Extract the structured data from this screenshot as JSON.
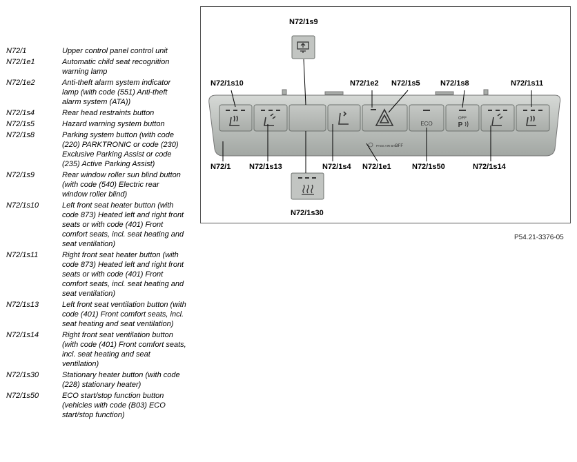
{
  "legend": [
    {
      "code": "N72/1",
      "desc": "Upper control panel control unit"
    },
    {
      "code": "N72/1e1",
      "desc": "Automatic child seat recognition warning lamp"
    },
    {
      "code": "N72/1e2",
      "desc": "Anti-theft alarm system indicator lamp (with code (551) Anti-theft alarm system (ATA))"
    },
    {
      "code": "N72/1s4",
      "desc": "Rear head restraints button"
    },
    {
      "code": "N72/1s5",
      "desc": "Hazard warning system button"
    },
    {
      "code": "N72/1s8",
      "desc": "Parking system button (with code (220) PARKTRONIC or code (230) Exclusive Parking Assist or code (235) Active Parking Assist)"
    },
    {
      "code": "N72/1s9",
      "desc": "Rear window roller sun blind button (with code (540) Electric rear window roller blind)"
    },
    {
      "code": "N72/1s10",
      "desc": "Left front seat heater button (with code 873) Heated left and right front seats or with code (401) Front comfort seats, incl. seat heating and seat ventilation)"
    },
    {
      "code": "N72/1s11",
      "desc": "Right front seat heater button (with code 873) Heated left and right front seats or with code (401) Front comfort seats, incl. seat heating and seat ventilation)"
    },
    {
      "code": "N72/1s13",
      "desc": "Left front seat ventilation button (with code (401) Front comfort seats, incl. seat heating and seat ventilation)"
    },
    {
      "code": "N72/1s14",
      "desc": "Right front seat ventilation button (with code (401) Front comfort seats, incl. seat heating and seat ventilation)"
    },
    {
      "code": "N72/1s30",
      "desc": "Stationary heater button (with code (228) stationary heater)"
    },
    {
      "code": "N72/1s50",
      "desc": "ECO start/stop function button (vehicles with code (B03) ECO start/stop function)"
    }
  ],
  "callouts": {
    "s9": "N72/1s9",
    "s10": "N72/1s10",
    "e2": "N72/1e2",
    "s5": "N72/1s5",
    "s8": "N72/1s8",
    "s11": "N72/1s11",
    "unit": "N72/1",
    "s13": "N72/1s13",
    "s4": "N72/1s4",
    "e1": "N72/1e1",
    "s50": "N72/1s50",
    "s14": "N72/1s14",
    "s30": "N72/1s30"
  },
  "panel_text": {
    "eco": "ECO",
    "off": "OFF",
    "park": "P",
    "pass_airbag": "PASS AIR BAG",
    "pass_off": "OFF"
  },
  "figure_id": "P54.21-3376-05",
  "colors": {
    "panel_top": "#c9ccc9",
    "panel_bottom": "#9ea39f",
    "button": "#b8bcb8",
    "button_border": "#6c716d",
    "icon": "#333333"
  }
}
